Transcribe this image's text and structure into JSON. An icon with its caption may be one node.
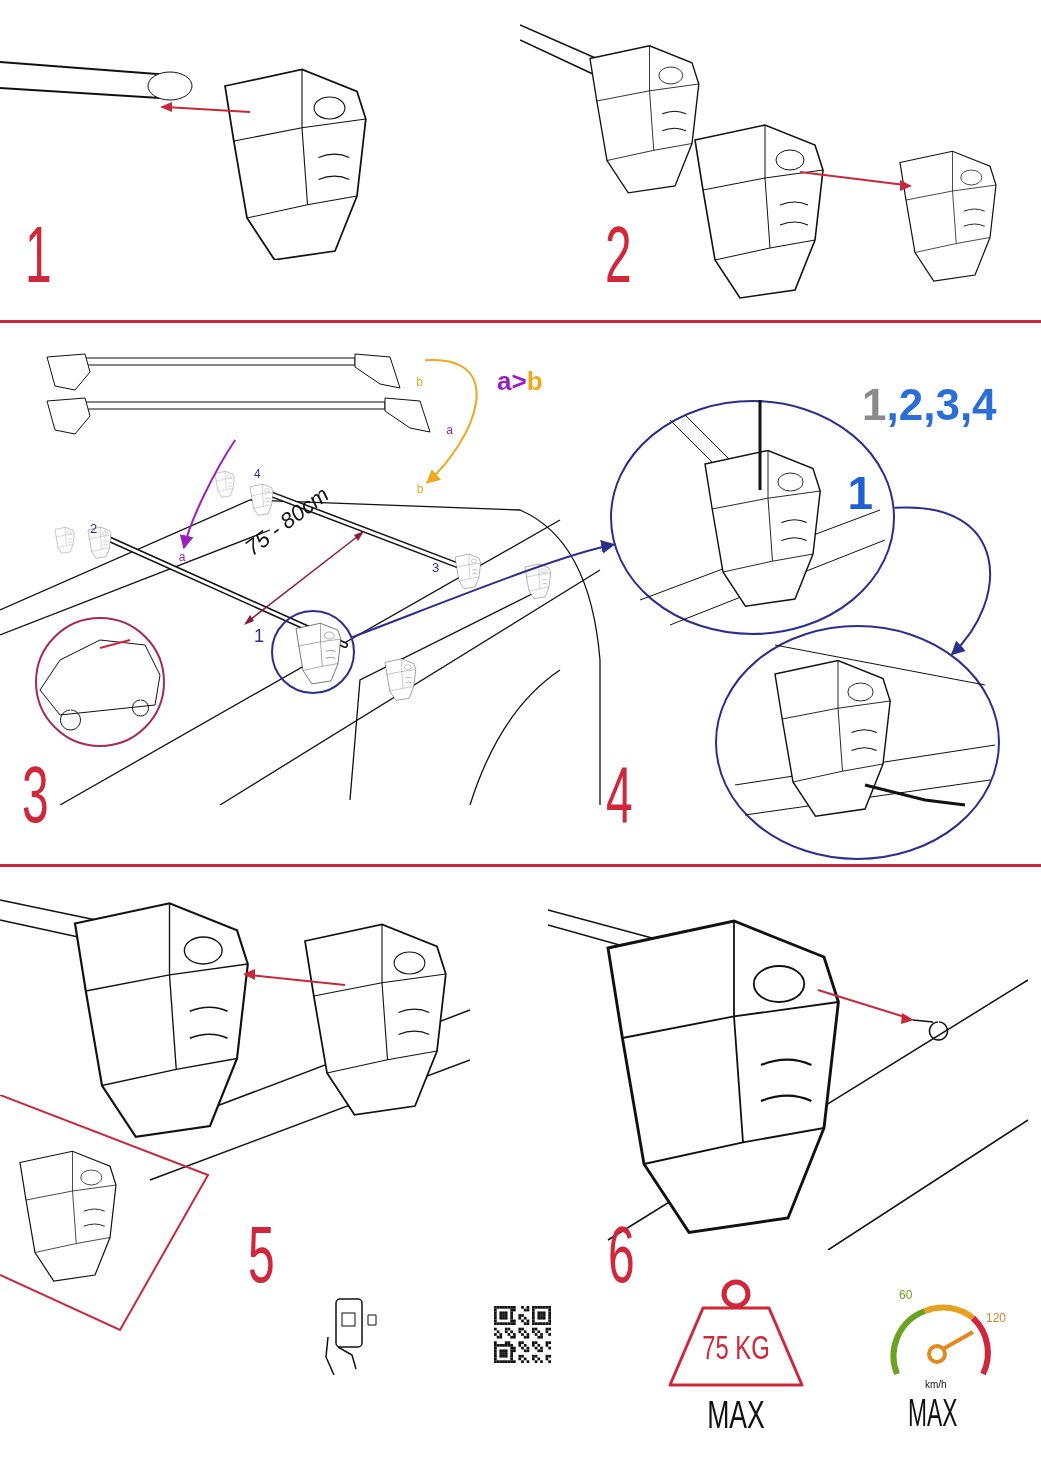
{
  "diagram": {
    "nodes": [
      {
        "text": [
          "b"
        ]
      },
      {
        "text": [
          "a"
        ]
      },
      {
        "text": [
          "1"
        ]
      },
      {
        "text": [
          "b"
        ]
      },
      {
        "text": [
          "a"
        ]
      },
      {
        "text": [],
        "shape": "circle",
        "beside": [
          "1"
        ]
      },
      {
        "text": [],
        "shape": "circle"
      },
      {
        "text": [
          "75 KG"
        ],
        "beside": [
          "MAX"
        ]
      }
    ],
    "edges": [
      {
        "from": 1,
        "to": 4,
        "arrow": "to",
        "color": "#9b1fbf"
      },
      {
        "from": 0,
        "to": 3,
        "arrow": "to",
        "color": "#f0a81c"
      },
      {
        "from": 5,
        "to": 2,
        "arrow": "to"
      },
      {
        "from": 2,
        "to": 6,
        "arrow": "to"
      }
    ],
    "labels": [
      "1",
      "2",
      "a>b",
      "1,2,3,4",
      "4",
      "2",
      "75 - 80cm",
      "3",
      "3",
      "4",
      "5",
      "6",
      "60",
      "120",
      "km/h",
      "MAX"
    ]
  }
}
